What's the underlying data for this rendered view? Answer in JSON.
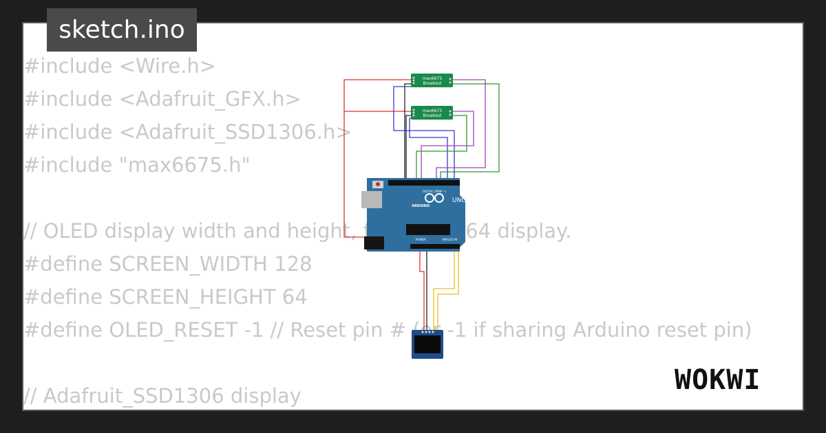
{
  "file_tab": {
    "label": "sketch.ino"
  },
  "code_lines": [
    "#include <Wire.h>",
    "#include <Adafruit_GFX.h>",
    "#include <Adafruit_SSD1306.h>",
    "#include \"max6675.h\"",
    "",
    "// OLED display width and height, for a 128x64 display.",
    "#define SCREEN_WIDTH 128",
    "#define SCREEN_HEIGHT 64",
    "#define OLED_RESET -1 // Reset pin # (or -1 if sharing Arduino reset pin)",
    "",
    "// Adafruit_SSD1306 display"
  ],
  "diagram": {
    "sensor_1": {
      "line1": "max6675",
      "line2": "Breakout"
    },
    "sensor_2": {
      "line1": "max6675",
      "line2": "Breakout"
    },
    "arduino": {
      "brand": "UNO",
      "maker": "ARDUINO",
      "digital_label": "DIGITAL (PWM ~)",
      "power_label": "POWER",
      "analog_label": "ANALOG IN"
    }
  },
  "brand": {
    "logo_text": "WOKWI"
  },
  "colors": {
    "background": "#1e1e1e",
    "card": "#ffffff",
    "code_text": "#c9c9c9",
    "tab_bg": "#4a4a4a",
    "board_blue": "#2f6f9f",
    "breakout_green": "#1a8a4a",
    "wire_red": "#e03030",
    "wire_blue": "#3a3acd",
    "wire_purple": "#a040c0",
    "wire_green": "#2a9a2a",
    "wire_yellow": "#e8c020",
    "wire_black": "#202020"
  }
}
